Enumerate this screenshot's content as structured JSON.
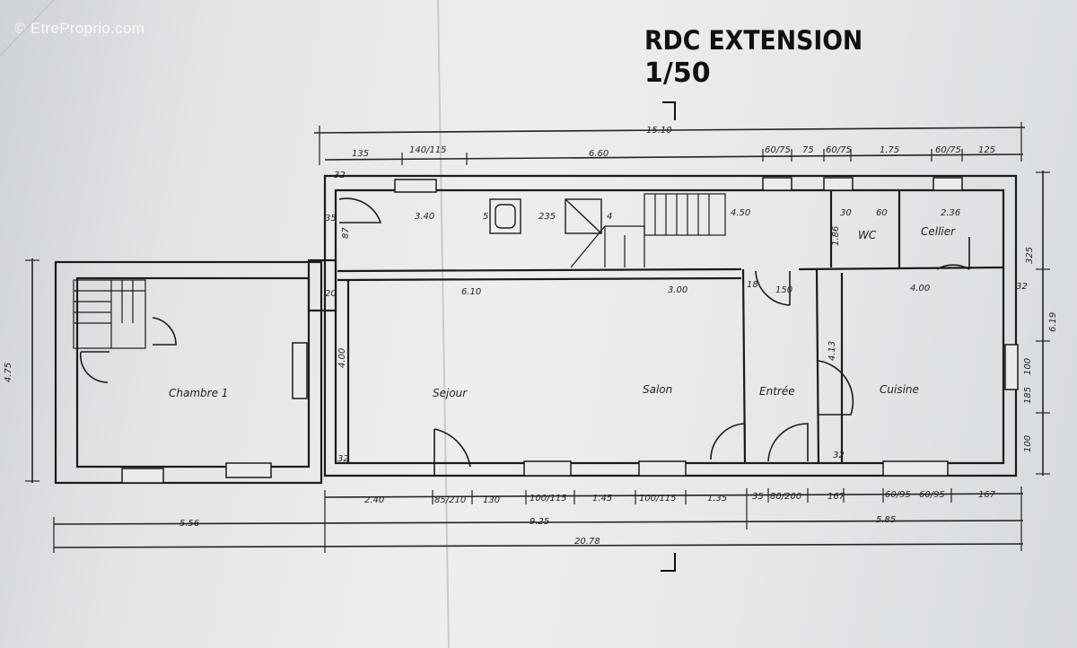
{
  "watermark": "© EtreProprio.com",
  "title": "RDC EXTENSION",
  "scale": "1/50",
  "rooms": {
    "chambre": "Chambre 1",
    "sejour": "Sejour",
    "salon": "Salon",
    "entree": "Entrée",
    "cuisine": "Cuisine",
    "wc": "WC",
    "cellier": "Cellier"
  },
  "dims_top": {
    "overall": "15.10",
    "d1": "135",
    "d2": "140/115",
    "d3": "6.60",
    "d4": "60/75",
    "d5": "75",
    "d6": "60/75",
    "d7": "1.75",
    "d8": "60/75",
    "d9": "125"
  },
  "dims_inner": {
    "v32": "32",
    "v35": "35",
    "v87": "87",
    "w340": "3.40",
    "w5": "5",
    "w235": "235",
    "w4": "4",
    "w450": "4.50",
    "w30": "30",
    "w60": "60",
    "w236": "2.36",
    "h186": "1.86",
    "w20": "20",
    "w610": "6.10",
    "w300": "3.00",
    "w18": "18",
    "w150": "150",
    "w400": "4.00",
    "w32r": "32",
    "h400": "4.00",
    "h413": "4.13",
    "w32b": "32",
    "w32c": "32",
    "h475": "4.75"
  },
  "dims_bottom": {
    "b1": "2.40",
    "b2": "85/210",
    "b3": "130",
    "b4": "100/115",
    "b5": "1.45",
    "b6": "100/115",
    "b7": "1.35",
    "b8": "35",
    "b9": "80/200",
    "b10": "167",
    "b11": "60/95",
    "b12": "60/95",
    "b13": "167",
    "seg556": "5.56",
    "seg925": "9.25",
    "seg585": "5.85",
    "overall": "20.78"
  },
  "dims_right": {
    "r1": "325",
    "r2": "100",
    "r3": "185",
    "r4": "100",
    "overall": "6.19"
  }
}
